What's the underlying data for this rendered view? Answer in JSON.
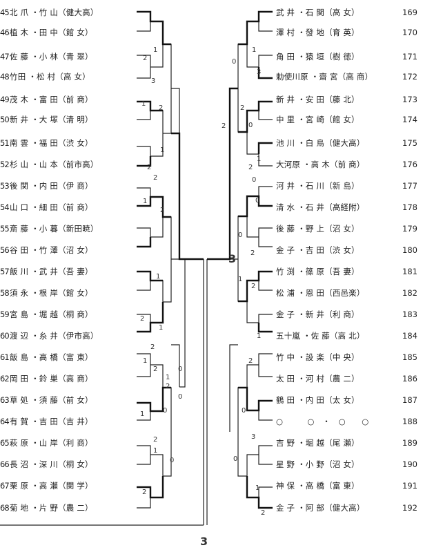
{
  "left_entries": [
    {
      "num": "45",
      "text": "北 爪 ・竹 山（健大高）"
    },
    {
      "num": "46",
      "text": "植 木 ・田 中（館 女）"
    },
    {
      "num": "47",
      "text": "佐 藤 ・小 林（青 翠）"
    },
    {
      "num": "48",
      "text": "竹田 ・松 村（高 女）"
    },
    {
      "num": "49",
      "text": "茂 木 ・富 田（前 商）"
    },
    {
      "num": "50",
      "text": "新 井 ・大 塚（清 明）"
    },
    {
      "num": "51",
      "text": "南 雲 ・福 田（渋 女）"
    },
    {
      "num": "52",
      "text": "杉 山 ・山 本（前市高）"
    },
    {
      "num": "53",
      "text": "後 関 ・内 田（伊 商）"
    },
    {
      "num": "54",
      "text": "山 口 ・細 田（前 商）"
    },
    {
      "num": "55",
      "text": "斎 藤 ・小 暮（新田暁）"
    },
    {
      "num": "56",
      "text": "谷 田 ・竹 澤（沼 女）"
    },
    {
      "num": "57",
      "text": "飯 川 ・武 井（吾 妻）"
    },
    {
      "num": "58",
      "text": "須 永 ・根 岸（館 女）"
    },
    {
      "num": "59",
      "text": "宮 島 ・堀 越（桐 商）"
    },
    {
      "num": "60",
      "text": "渡 辺 ・糸 井（伊市高）"
    },
    {
      "num": "61",
      "text": "飯 島 ・高 橋（富 東）"
    },
    {
      "num": "62",
      "text": "岡 田 ・鈴 巣（高 商）"
    },
    {
      "num": "63",
      "text": "草 処 ・須 藤（前 女）"
    },
    {
      "num": "64",
      "text": "有 賀 ・吉 田（吉 井）"
    },
    {
      "num": "65",
      "text": "萩 原 ・山 岸（利 商）"
    },
    {
      "num": "66",
      "text": "長 沼 ・深 川（桐 女）"
    },
    {
      "num": "67",
      "text": "栗 原 ・高 瀬（関 学）"
    },
    {
      "num": "68",
      "text": "菊 地 ・片 野（農 二）"
    }
  ],
  "right_entries": [
    {
      "num": "169",
      "text": "武 井 ・石 関（高 女）"
    },
    {
      "num": "170",
      "text": "澤 村 ・發 地（育 英）"
    },
    {
      "num": "171",
      "text": "角 田 ・猿 垣（樹 徳）"
    },
    {
      "num": "172",
      "text": "勅使川原 ・齋 宮（高 商）"
    },
    {
      "num": "173",
      "text": "新 井 ・安 田（藤 北）"
    },
    {
      "num": "174",
      "text": "中 里 ・宮 崎（館 女）"
    },
    {
      "num": "175",
      "text": "池 川 ・白 鳥（健大高）"
    },
    {
      "num": "176",
      "text": "大河原 ・高 木（前 商）"
    },
    {
      "num": "177",
      "text": "河 井 ・石 川（新 島）"
    },
    {
      "num": "178",
      "text": "清 水 ・石 井（高経附）"
    },
    {
      "num": "179",
      "text": "後 藤 ・野 上（沼 女）"
    },
    {
      "num": "180",
      "text": "金 子 ・吉 田（渋 女）"
    },
    {
      "num": "181",
      "text": "竹 渕 ・篠 原（吾 妻）"
    },
    {
      "num": "182",
      "text": "松 浦 ・恩 田（西邑楽）"
    },
    {
      "num": "183",
      "text": "金 子 ・新 井（利 商）"
    },
    {
      "num": "184",
      "text": "五十嵐 ・佐 藤（高 北）"
    },
    {
      "num": "185",
      "text": "竹 中 ・設 楽（中 央）"
    },
    {
      "num": "186",
      "text": "太 田 ・河 村（農 二）"
    },
    {
      "num": "187",
      "text": "鶴 田 ・内 田（太 女）"
    },
    {
      "num": "188",
      "text": "○　　　○　・　○　　○"
    },
    {
      "num": "189",
      "text": "吉 野 ・堀 越（尾 瀬）"
    },
    {
      "num": "190",
      "text": "星 野 ・小 野（沼 女）"
    },
    {
      "num": "191",
      "text": "神 保 ・高 橋（富 東）"
    },
    {
      "num": "192",
      "text": "金 子 ・阿 部（健大高）"
    }
  ],
  "score_marks": {
    "m1": "1",
    "m2": "2",
    "m3": "3",
    "m4": "1",
    "m5": "2",
    "m6": "1",
    "m7": "2",
    "m8": "1",
    "m9": "2",
    "m10": "2",
    "m11": "1",
    "m12": "2",
    "m13": "1",
    "m14": "2",
    "m15": "1",
    "m16": "0",
    "m17": "2",
    "m18": "0",
    "m19": "1",
    "m20": "2",
    "m21": "0",
    "m22": "1",
    "m23": "2",
    "m24": "0",
    "m25": "1",
    "m26": "2",
    "r1": "0",
    "r2": "1",
    "r3": "3",
    "r4": "2",
    "r5": "0",
    "r6": "2",
    "r7": "1",
    "r8": "0",
    "r9": "2",
    "r10": "0",
    "r11": "0",
    "r12": "2",
    "r13": "1",
    "r14": "2",
    "r15": "1",
    "r16": "2",
    "r17": "0",
    "r18": "3",
    "r19": "0",
    "r20": "1",
    "r21": "2",
    "c1": "3",
    "c2": "3"
  }
}
